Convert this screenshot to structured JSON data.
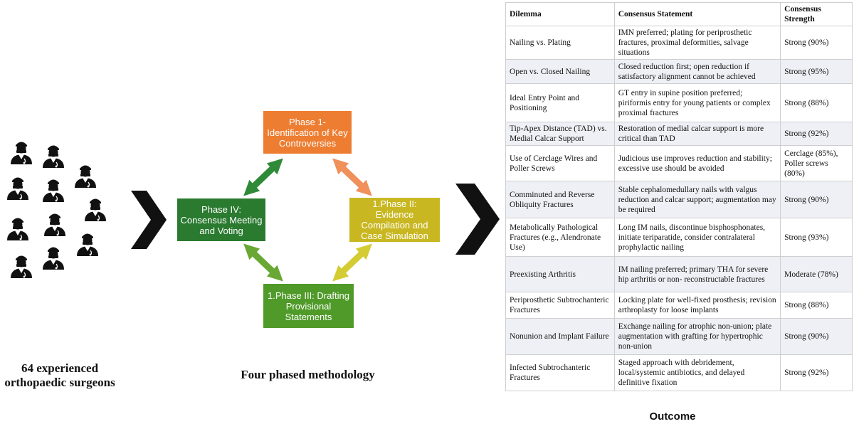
{
  "surgeons": {
    "caption_line1": "64 experienced",
    "caption_line2": "orthopaedic surgeons",
    "icon": "surgeon-icon",
    "icon_count": 13
  },
  "methodology": {
    "caption": "Four phased methodology",
    "phases": [
      {
        "key": "phase1",
        "label": "Phase 1- Identification of Key Controversies",
        "color": "#ed7d31"
      },
      {
        "key": "phase2",
        "label": "1.Phase II: Evidence Compilation and Case Simulation",
        "color": "#c9b722"
      },
      {
        "key": "phase3",
        "label": "1.Phase III: Drafting Provisional Statements",
        "color": "#4f9a28"
      },
      {
        "key": "phase4",
        "label": "Phase IV: Consensus Meeting and Voting",
        "color": "#2a7a30"
      }
    ],
    "arrow_colors": {
      "top_left": "#2f8a38",
      "top_right": "#f0905a",
      "bottom_right": "#d4cc33",
      "bottom_left": "#69a834"
    },
    "chevron_icon": "chevron-right-icon"
  },
  "outcome": {
    "title": "Outcome",
    "headers": [
      "Dilemma",
      "Consensus Statement",
      "Consensus Strength"
    ],
    "rows": [
      [
        "Nailing vs. Plating",
        "IMN preferred; plating for periprosthetic fractures, proximal deformities, salvage situations",
        "Strong (90%)"
      ],
      [
        "Open vs. Closed Nailing",
        "Closed reduction first; open reduction if satisfactory alignment cannot be achieved",
        "Strong (95%)"
      ],
      [
        "Ideal Entry Point and Positioning",
        "GT entry in supine position preferred; piriformis entry for young patients or complex proximal fractures",
        "Strong (88%)"
      ],
      [
        "Tip-Apex Distance (TAD) vs. Medial Calcar Support",
        "Restoration of medial calcar support is more critical than TAD",
        "Strong (92%)"
      ],
      [
        "Use of Cerclage Wires and Poller Screws",
        "Judicious use improves reduction and stability; excessive use should be avoided",
        "Cerclage (85%), Poller screws (80%)"
      ],
      [
        "Comminuted and Reverse Obliquity Fractures",
        "Stable cephalomedullary nails with valgus reduction and calcar support; augmentation may be required",
        "Strong (90%)"
      ],
      [
        "Metabolically Pathological Fractures (e.g., Alendronate Use)",
        "Long IM nails, discontinue bisphosphonates, initiate teriparatide, consider contralateral prophylactic nailing",
        "Strong (93%)"
      ],
      [
        "Preexisting Arthritis",
        "IM nailing preferred; primary THA for severe hip arthritis or non- reconstructable fractures",
        "Moderate (78%)"
      ],
      [
        "Periprosthetic Subtrochanteric Fractures",
        "Locking plate for well-fixed prosthesis; revision arthroplasty for loose implants",
        "Strong (88%)"
      ],
      [
        "Nonunion and Implant Failure",
        "Exchange nailing for atrophic non-union; plate augmentation with grafting for hypertrophic non-union",
        "Strong (90%)"
      ],
      [
        "Infected Subtrochanteric Fractures",
        "Staged approach with debridement, local/systemic antibiotics, and delayed definitive fixation",
        "Strong (92%)"
      ]
    ]
  }
}
